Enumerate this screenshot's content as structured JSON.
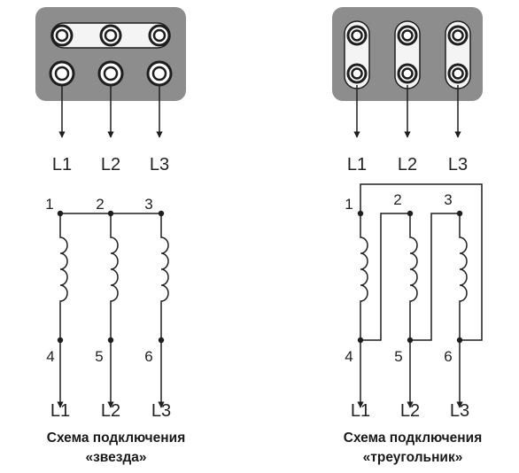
{
  "colors": {
    "background": "#ffffff",
    "terminal_box": "#8d8d8d",
    "jumper": "#f4f4f4",
    "terminal_ring": "#1e1e1e",
    "wire": "#1e1e1e",
    "text": "#222222"
  },
  "star": {
    "supply_labels": [
      "L1",
      "L2",
      "L3"
    ],
    "winding_start_labels": [
      "1",
      "2",
      "3"
    ],
    "winding_end_labels": [
      "4",
      "5",
      "6"
    ],
    "output_labels": [
      "L1",
      "L2",
      "L3"
    ],
    "caption_line1": "Схема подключения",
    "caption_line2": "«звезда»"
  },
  "delta": {
    "supply_labels": [
      "L1",
      "L2",
      "L3"
    ],
    "winding_start_labels": [
      "1",
      "2",
      "3"
    ],
    "winding_end_labels": [
      "4",
      "5",
      "6"
    ],
    "output_labels": [
      "L1",
      "L2",
      "L3"
    ],
    "caption_line1": "Схема подключения",
    "caption_line2": "«треугольник»"
  }
}
